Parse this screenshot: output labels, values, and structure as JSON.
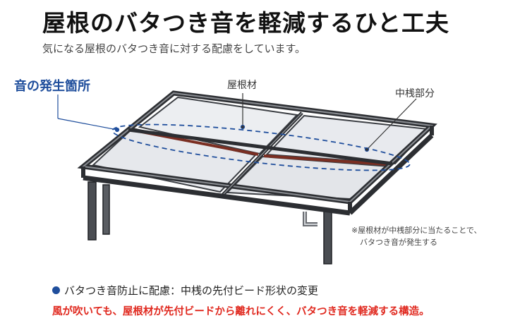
{
  "header": {
    "title": "屋根のバタつき音を軽減するひと工夫",
    "subtitle": "気になる屋根のバタつき音に対する配慮をしています。"
  },
  "diagram": {
    "source_label": "音の発生箇所",
    "label_roof_material": "屋根材",
    "label_middle_bar": "中桟部分",
    "note_line1": "※屋根材が中桟部分に当たることで、",
    "note_line2": "バタつき音が発生する",
    "colors": {
      "frame": "#3c3f44",
      "panel": "#e6e8ec",
      "bar_accent": "#7a2e22",
      "leader": "#1f4e9c"
    }
  },
  "footer": {
    "bullet_text": "バタつき音防止に配慮：中桟の先付ビード形状の変更",
    "red_text": "風が吹いても、屋根材が先付ビードから離れにくく、バタつき音を軽減する構造。"
  }
}
